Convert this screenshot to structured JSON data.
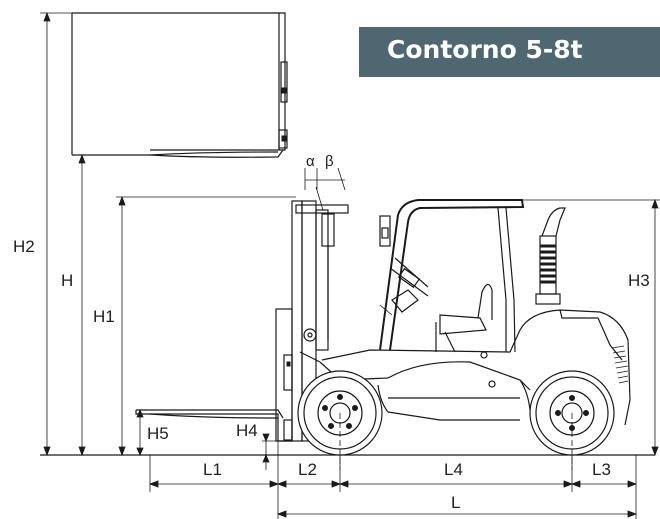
{
  "title": "Contorno 5-8t",
  "dimensions": {
    "h2": "H2",
    "h": "H",
    "h1": "H1",
    "h3": "H3",
    "h5": "H5",
    "h4": "H4",
    "l1": "L1",
    "l2": "L2",
    "l4": "L4",
    "l3": "L3",
    "l": "L"
  },
  "angles": {
    "alpha": "α",
    "beta": "β"
  }
}
